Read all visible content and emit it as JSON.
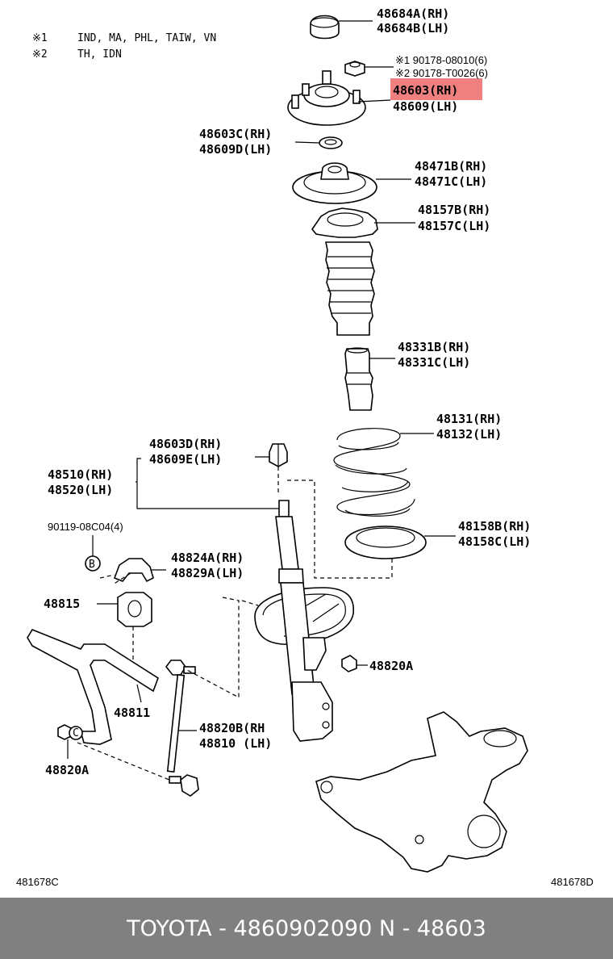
{
  "notes": [
    {
      "mark": "※1",
      "text": "IND, MA, PHL, TAIW, VN"
    },
    {
      "mark": "※2",
      "text": "TH, IDN"
    }
  ],
  "labels": {
    "l48684": [
      "48684A(RH)",
      "48684B(LH)"
    ],
    "l90178": [
      "※1 90178-08010(6)",
      "※2 90178-T0026(6)"
    ],
    "l48603": [
      "48603(RH)",
      "48609(LH)"
    ],
    "l48603c": [
      "48603C(RH)",
      "48609D(LH)"
    ],
    "l48471": [
      "48471B(RH)",
      "48471C(LH)"
    ],
    "l48157": [
      "48157B(RH)",
      "48157C(LH)"
    ],
    "l48331": [
      "48331B(RH)",
      "48331C(LH)"
    ],
    "l48131": [
      "48131(RH)",
      "48132(LH)"
    ],
    "l48603d": [
      "48603D(RH)",
      "48609E(LH)"
    ],
    "l48510": [
      "48510(RH)",
      "48520(LH)"
    ],
    "l90119": [
      "90119-08C04(4)"
    ],
    "l48158": [
      "48158B(RH)",
      "48158C(LH)"
    ],
    "l48824": [
      "48824A(RH)",
      "48829A(LH)"
    ],
    "l48815": [
      "48815"
    ],
    "l48820a_right": [
      "48820A"
    ],
    "l48811": [
      "48811"
    ],
    "l48820b": [
      "48820B(RH",
      "48810  (LH)"
    ],
    "l48820a_left": [
      "48820A"
    ]
  },
  "callout_b": "B",
  "callout_c": "C",
  "highlight_color": "#f08080",
  "codes": {
    "left": "481678C",
    "right": "481678D"
  },
  "footer": "TOYOTA - 4860902090     N - 48603"
}
